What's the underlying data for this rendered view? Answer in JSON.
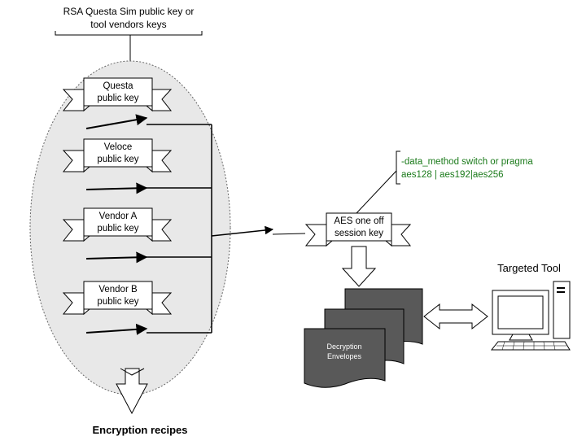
{
  "keys_source": {
    "line1": "RSA Questa Sim public key or",
    "line2": "tool vendors keys"
  },
  "key_banners": [
    {
      "line1": "Questa",
      "line2": "public key"
    },
    {
      "line1": "Veloce",
      "line2": "public key"
    },
    {
      "line1": "Vendor A",
      "line2": "public key"
    },
    {
      "line1": "Vendor B",
      "line2": "public key"
    }
  ],
  "data_method_note": {
    "line1": "-data_method switch or pragma",
    "line2": "aes128 | aes192|aes256"
  },
  "session_key": {
    "line1": "AES one off",
    "line2": "session key"
  },
  "envelopes": {
    "line1": "Decryption",
    "line2": "Envelopes"
  },
  "targeted_tool_label": "Targeted Tool",
  "encryption_recipes_label": "Encryption recipes",
  "colors": {
    "ellipse_fill": "#e8e8e8",
    "document_fill": "#595959",
    "note_text": "#1a7a1a"
  },
  "icons": [
    "computer-icon",
    "double-arrow-icon",
    "down-arrow-icon"
  ]
}
